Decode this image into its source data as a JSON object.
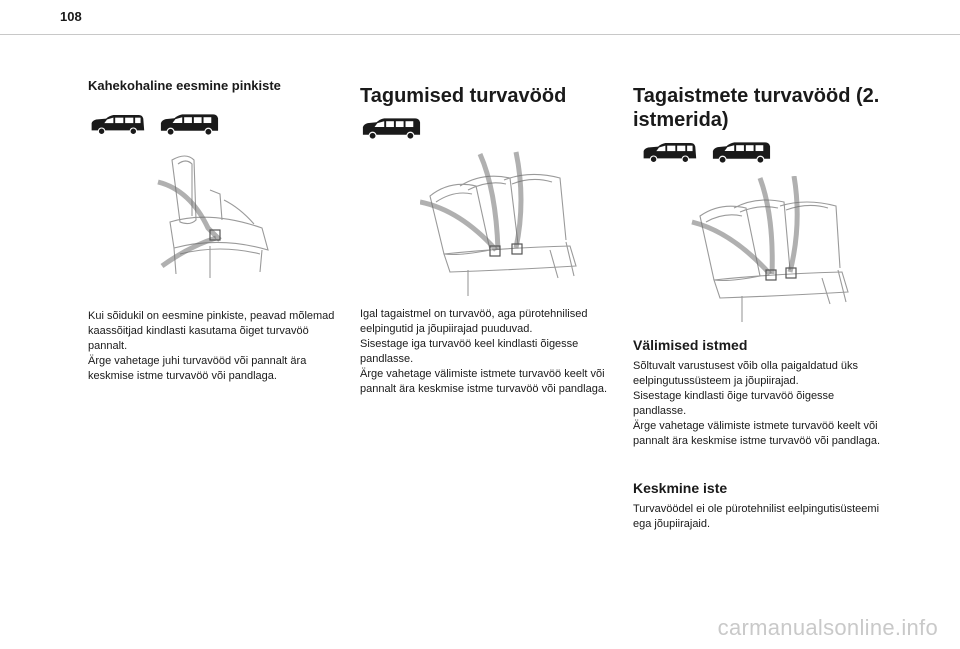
{
  "page": {
    "number": "108"
  },
  "columns": [
    {
      "title": "Kahekohaline eesmine pinkiste",
      "body": "Kui sõidukil on eesmine pinkiste, peavad mõlemad kaassõitjad kindlasti kasutama õiget turvavöö pannalt.\nÄrge vahetage juhi turvavööd või pannalt ära keskmise istme turvavöö või pandlaga."
    },
    {
      "title": "Tagumised turvavööd",
      "body": "Igal tagaistmel on turvavöö, aga pürotehnilised eelpingutid ja jõupiirajad puuduvad.\nSisestage iga turvavöö keel kindlasti õigesse pandlasse.\nÄrge vahetage välimiste istmete turvavöö keelt või pannalt ära keskmise istme turvavöö või pandlaga."
    },
    {
      "title": "Tagaistmete turvavööd (2. istmerida)",
      "sections": [
        {
          "heading": "Välimised istmed",
          "body": "Sõltuvalt varustusest võib olla paigaldatud üks eelpingutussüsteem ja jõupiirajad.\nSisestage kindlasti õige turvavöö õigesse pandlasse.\nÄrge vahetage välimiste istmete turvavöö keelt või pannalt ära keskmise istme turvavöö või pandlaga."
        },
        {
          "heading": "Keskmine iste",
          "body": "Turvavöödel ei ole pürotehnilist eelpingutisüsteemi ega jõupiirajaid."
        }
      ]
    }
  ],
  "icons": {
    "van": "van-silhouette-icon",
    "seat_illustration": "seat-belt-illustration"
  },
  "watermark": "carmanualsonline.info"
}
